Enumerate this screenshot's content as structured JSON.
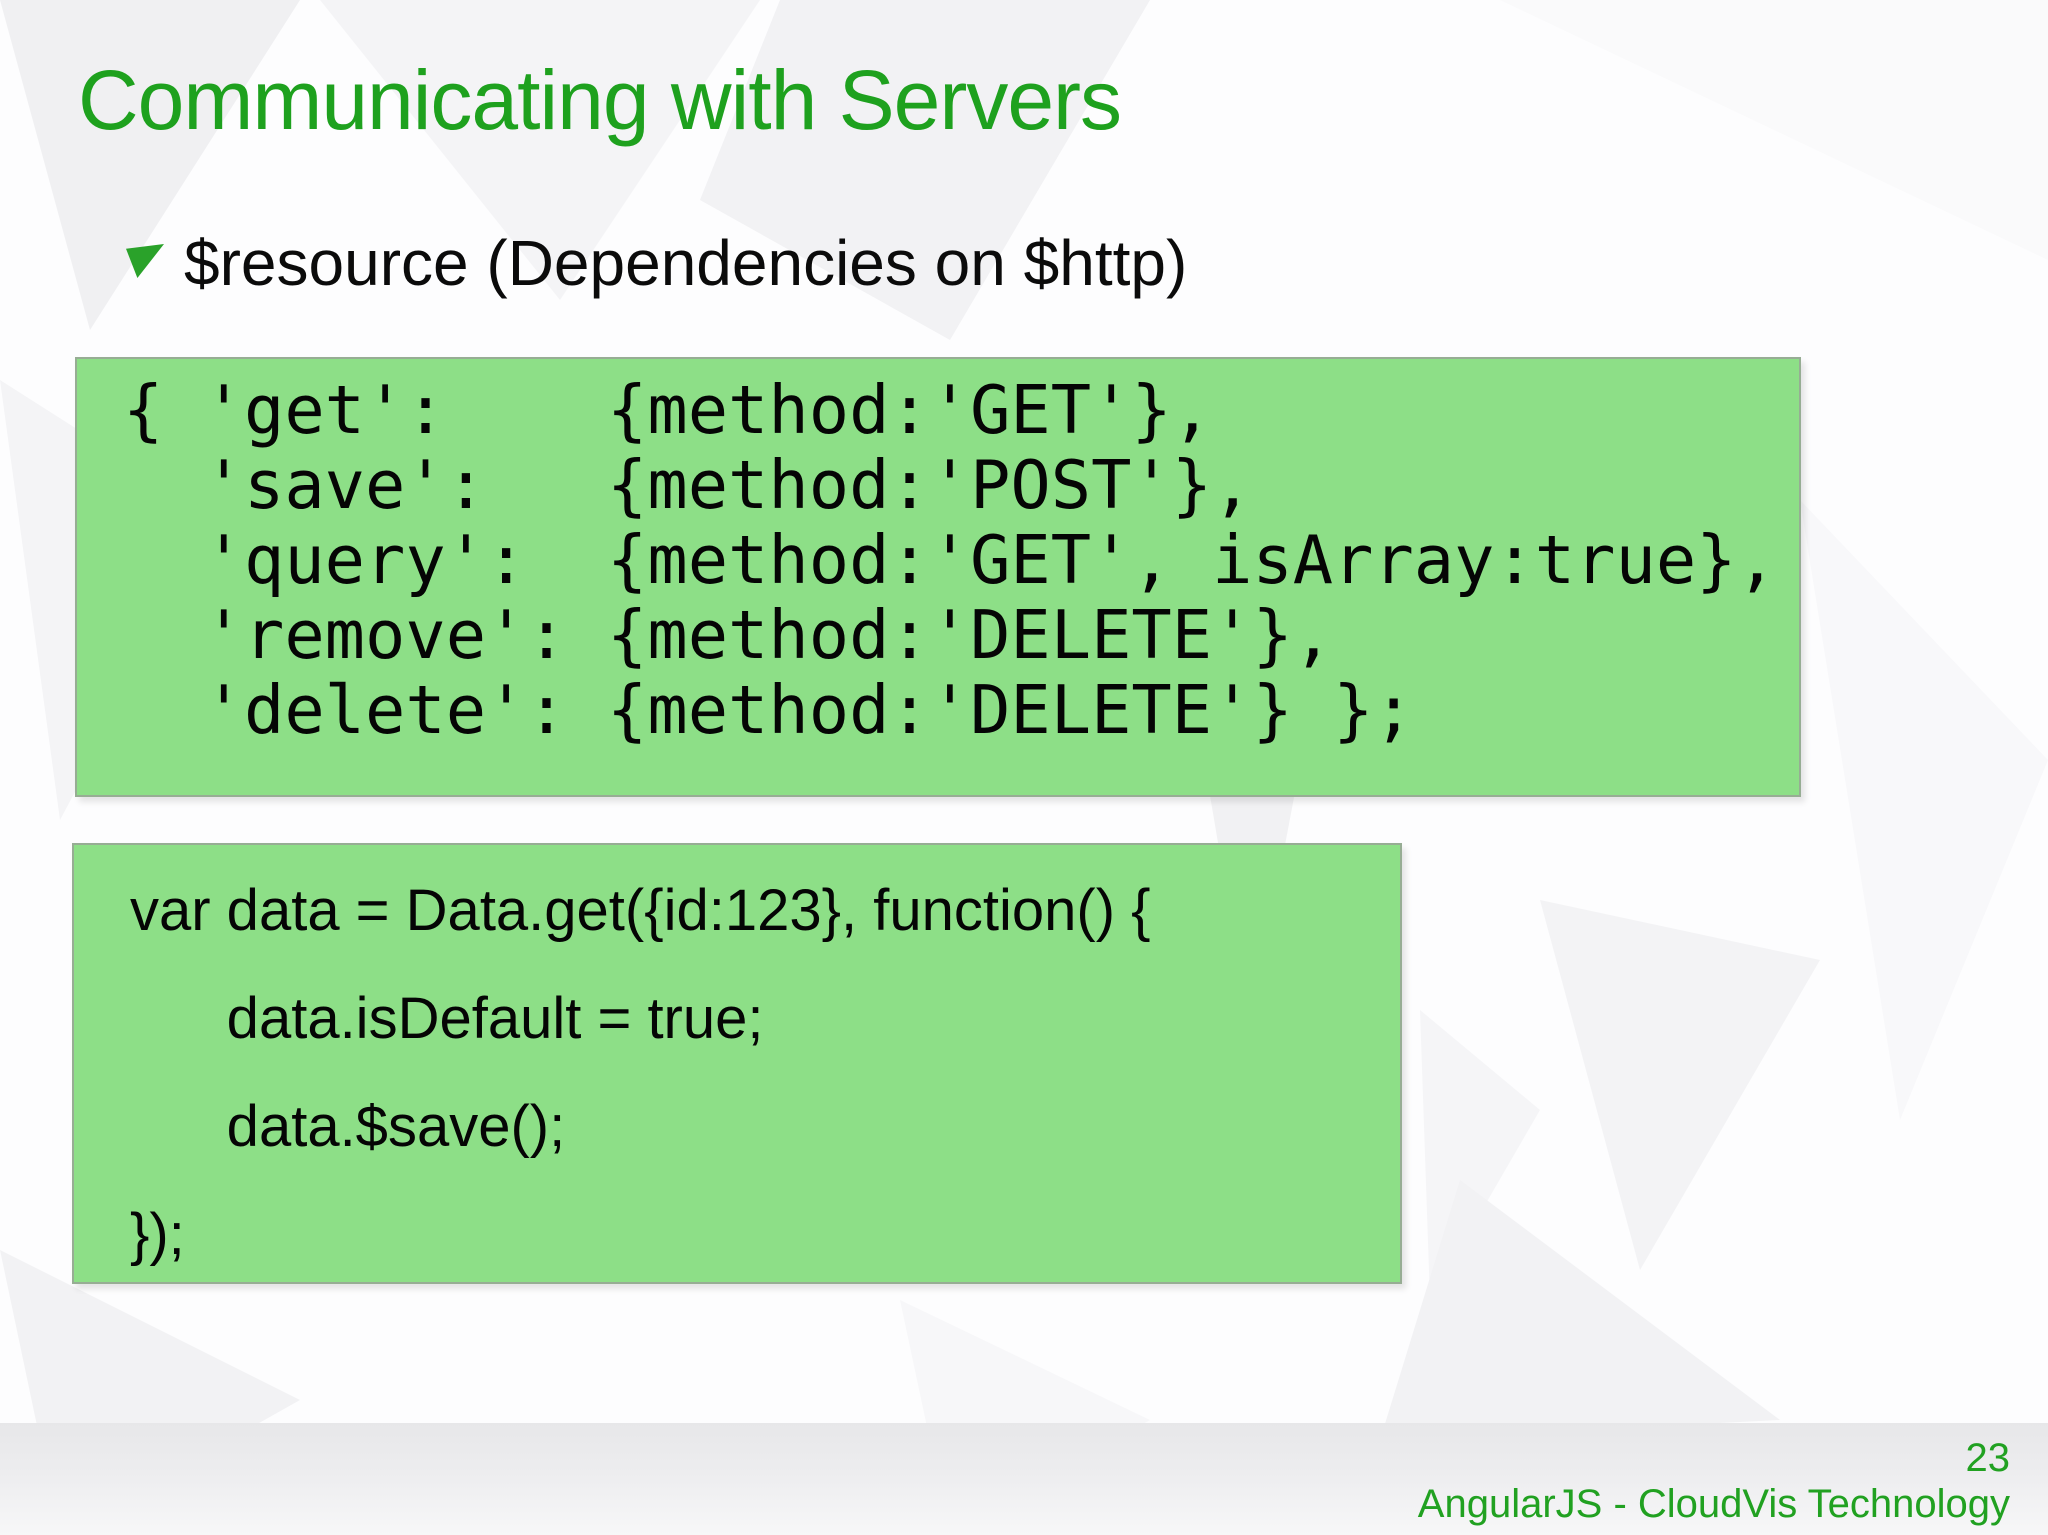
{
  "slide": {
    "title": "Communicating with Servers",
    "bullet": {
      "marker_icon": "green-triangle-flag-bullet",
      "text": "$resource (Dependencies on $http)"
    },
    "code_blocks": [
      {
        "name": "resource-actions",
        "code": "{ 'get':    {method:'GET'},\n  'save':   {method:'POST'},\n  'query':  {method:'GET', isArray:true},\n  'remove': {method:'DELETE'},\n  'delete': {method:'DELETE'} };"
      },
      {
        "name": "usage-example",
        "code": "var data = Data.get({id:123}, function() {\n      data.isDefault = true;\n      data.$save();\n});"
      }
    ],
    "footer": {
      "page_number": "23",
      "text": "AngularJS - CloudVis Technology"
    },
    "colors": {
      "title_green": "#1ea11e",
      "code_box_green": "#8ddf87",
      "code_box_border": "#97ad94",
      "bullet_marker_green": "#2aa22a",
      "footer_green": "#21a121",
      "footer_band_gray": "#e7e7e9",
      "body_text": "#0b0b0b"
    }
  }
}
